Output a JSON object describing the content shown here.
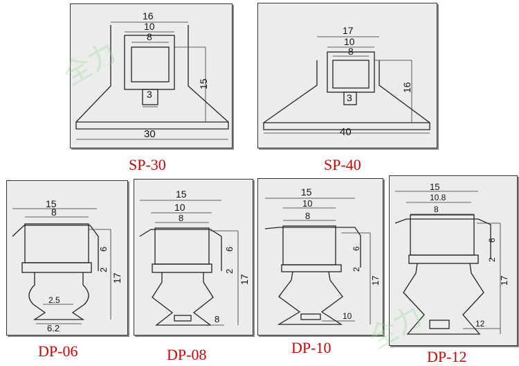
{
  "watermark": "全力",
  "models": {
    "sp30": {
      "caption": "SP-30",
      "dims": {
        "top": "16",
        "mid": "10",
        "inner": "8",
        "height": "15",
        "stem": "3",
        "base": "30"
      }
    },
    "sp40": {
      "caption": "SP-40",
      "dims": {
        "top": "17",
        "mid": "10",
        "inner": "8",
        "height": "16",
        "stem": "3",
        "base": "40"
      }
    },
    "dp06": {
      "caption": "DP-06",
      "dims": {
        "top": "15",
        "inner": "8",
        "h1": "6",
        "h2": "2",
        "height": "17",
        "neck": "2.5",
        "base": "6.2"
      }
    },
    "dp08": {
      "caption": "DP-08",
      "dims": {
        "top": "15",
        "mid": "10",
        "inner": "8",
        "h1": "6",
        "h2": "2",
        "height": "17",
        "base": "8"
      }
    },
    "dp10": {
      "caption": "DP-10",
      "dims": {
        "top": "15",
        "mid": "10",
        "inner": "8",
        "h1": "6",
        "h2": "2",
        "height": "17",
        "base": "10"
      }
    },
    "dp12": {
      "caption": "DP-12",
      "dims": {
        "top": "15",
        "mid": "10.8",
        "inner": "8",
        "h1": "6",
        "h2": "2",
        "height": "17",
        "base": "12"
      }
    }
  }
}
